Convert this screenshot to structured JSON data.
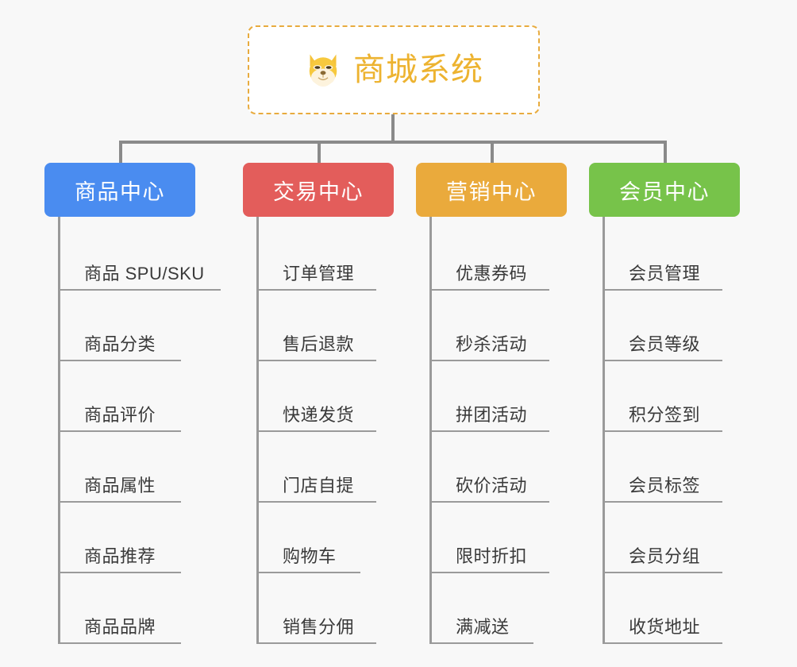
{
  "canvas": {
    "background": "#f8f8f8",
    "connector_color": "#8a8a8a"
  },
  "root": {
    "title": "商城系统",
    "icon": "shiba-dog-face-icon",
    "text_color": "#edb330",
    "border_color": "#e8ab3e",
    "background": "#ffffff"
  },
  "branches": [
    {
      "label": "商品中心",
      "color": "#4a8cf0",
      "leaves": [
        "商品 SPU/SKU",
        "商品分类",
        "商品评价",
        "商品属性",
        "商品推荐",
        "商品品牌"
      ]
    },
    {
      "label": "交易中心",
      "color": "#e35d5b",
      "leaves": [
        "订单管理",
        "售后退款",
        "快递发货",
        "门店自提",
        "购物车",
        "销售分佣"
      ]
    },
    {
      "label": "营销中心",
      "color": "#eaaa3c",
      "leaves": [
        "优惠券码",
        "秒杀活动",
        "拼团活动",
        "砍价活动",
        "限时折扣",
        "满减送"
      ]
    },
    {
      "label": "会员中心",
      "color": "#77c34a",
      "leaves": [
        "会员管理",
        "会员等级",
        "积分签到",
        "会员标签",
        "会员分组",
        "收货地址"
      ]
    }
  ]
}
